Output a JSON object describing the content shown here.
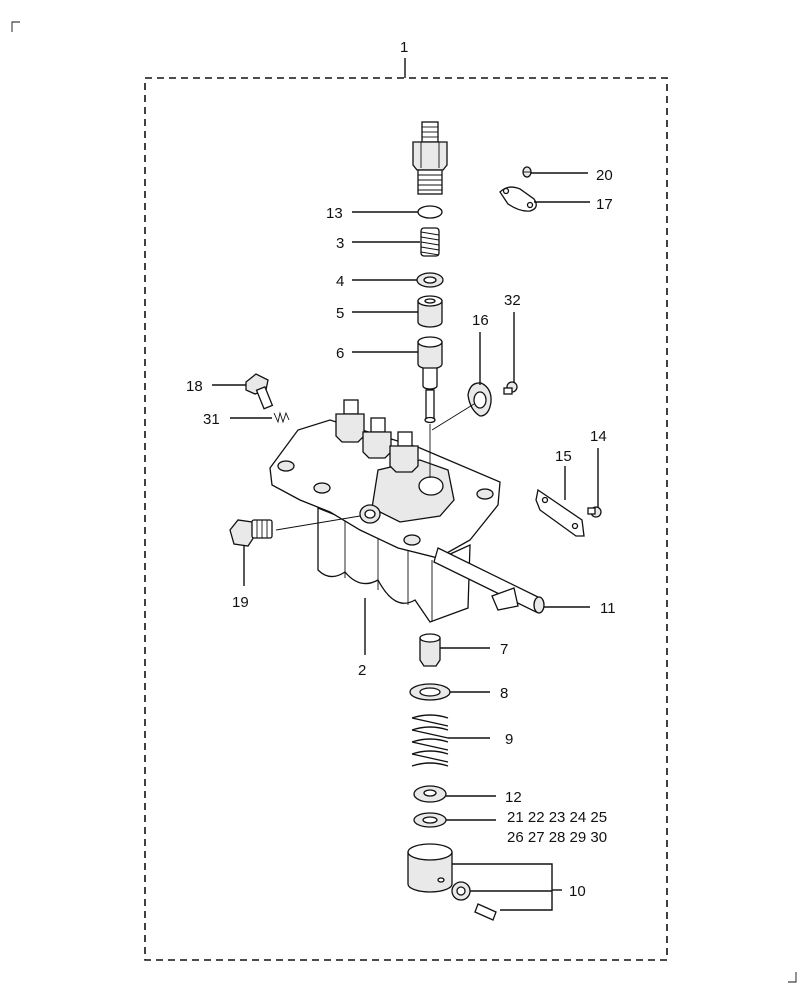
{
  "diagram": {
    "callouts": {
      "c1": "1",
      "c2": "2",
      "c3": "3",
      "c4": "4",
      "c5": "5",
      "c6": "6",
      "c7": "7",
      "c8": "8",
      "c9": "9",
      "c10": "10",
      "c11": "11",
      "c12": "12",
      "c13": "13",
      "c14": "14",
      "c15": "15",
      "c16": "16",
      "c17": "17",
      "c18": "18",
      "c19": "19",
      "c20": "20",
      "c31": "31",
      "c32": "32",
      "c21to25": "21 22 23 24 25",
      "c26to30": "26 27 28 29 30"
    }
  }
}
